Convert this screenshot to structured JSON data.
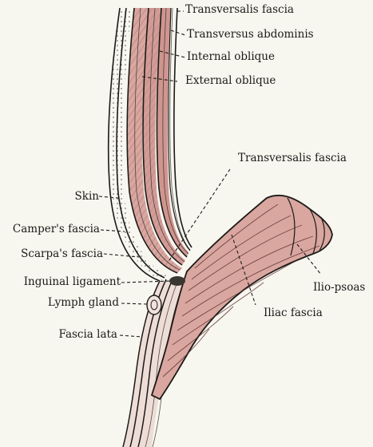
{
  "figure": {
    "labels": {
      "transversalis_fascia_top": "Transversalis fascia",
      "transversus_abdominis": "Transversus abdominis",
      "internal_oblique": "Internal oblique",
      "external_oblique": "External oblique",
      "transversalis_fascia_mid": "Transversalis fascia",
      "skin": "Skin",
      "campers_fascia": "Camper's fascia",
      "scarpas_fascia": "Scarpa's fascia",
      "inguinal_ligament": "Inguinal ligament",
      "lymph_gland": "Lymph gland",
      "fascia_lata": "Fascia lata",
      "ilio_psoas": "Ilio-psoas",
      "iliac_fascia": "Iliac fascia"
    },
    "colors": {
      "muscle": "#d9a6a0",
      "muscle_dark": "#c98a86",
      "ink": "#1c1a17",
      "paper": "#f7f6ef"
    }
  }
}
